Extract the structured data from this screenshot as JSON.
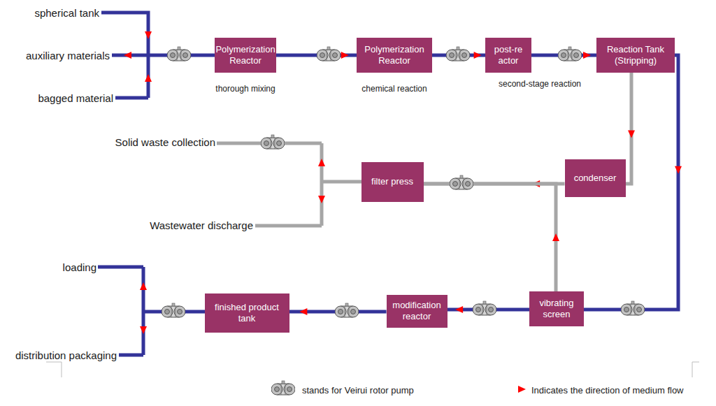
{
  "diagram": {
    "nodes": [
      {
        "text": [
          "Polymerization Reactor"
        ]
      },
      {
        "text": [
          "Polymerization Reactor"
        ]
      },
      {
        "text": [
          "post-re actor"
        ]
      },
      {
        "text": [
          "Reaction Tank (Stripping)"
        ]
      },
      {
        "text": [
          "condenser"
        ]
      },
      {
        "text": [
          "filter press"
        ]
      },
      {
        "text": [
          "vibrating screen"
        ]
      },
      {
        "text": [
          "modification reactor"
        ]
      },
      {
        "text": [
          "finished product tank"
        ]
      }
    ],
    "edges": [
      {
        "from": 0,
        "to": 1,
        "arrow": "to"
      },
      {
        "from": 1,
        "to": 2,
        "arrow": "to"
      },
      {
        "from": 2,
        "to": 3,
        "arrow": "to"
      },
      {
        "from": 3,
        "to": 4,
        "arrow": "to"
      },
      {
        "from": 3,
        "to": 6,
        "arrow": "to"
      },
      {
        "from": 4,
        "to": 5,
        "arrow": "to"
      },
      {
        "from": 6,
        "to": 5,
        "arrow": "to"
      },
      {
        "from": 6,
        "to": 7,
        "arrow": "to"
      },
      {
        "from": 7,
        "to": 8,
        "arrow": "to"
      }
    ],
    "labels": [
      "spherical tank",
      "auxiliary materials",
      "bagged material",
      "thorough mixing",
      "chemical reaction",
      "second-stage reaction",
      "Solid waste collection",
      "Wastewater discharge",
      "loading",
      "distribution packaging"
    ],
    "legend": [
      {
        "text": "stands for Veirui rotor pump"
      },
      {
        "text": "Indicates the direction of medium flow"
      }
    ]
  }
}
